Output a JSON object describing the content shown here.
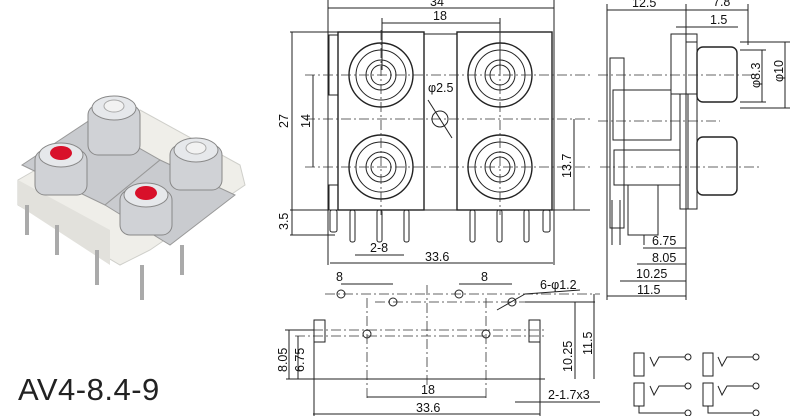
{
  "product": {
    "model": "AV4-8.4-9"
  },
  "front_view": {
    "dims": {
      "width_total": "34",
      "jack_pitch_h": "18",
      "height_total": "27",
      "jack_pitch_v": "14",
      "hole_dia": "φ2.5",
      "pin_len": "3.5",
      "pin_pitch": "2-8",
      "pin_span": "33.6",
      "center_height": "13.7"
    }
  },
  "side_view": {
    "dims": {
      "depth_body": "12.5",
      "jack_len": "7.8",
      "flange": "1.5",
      "dia_inner": "φ8.3",
      "dia_outer": "φ10",
      "d1": "6.75",
      "d2": "8.05",
      "d3": "10.25",
      "d4": "11.5"
    }
  },
  "footprint": {
    "dims": {
      "pitch_left": "8",
      "pitch_right": "8",
      "holes": "6-φ1.2",
      "v1": "8.05",
      "v2": "6.75",
      "h_inner": "18",
      "h_outer": "33.6",
      "r1": "10.25",
      "r2": "11.5",
      "slots": "2-1.7x3"
    }
  },
  "colors": {
    "red_jack": "#d8102a",
    "white_jack": "#f2f2f2",
    "metal": "#c9cbcf",
    "housing": "#ecebe6"
  }
}
